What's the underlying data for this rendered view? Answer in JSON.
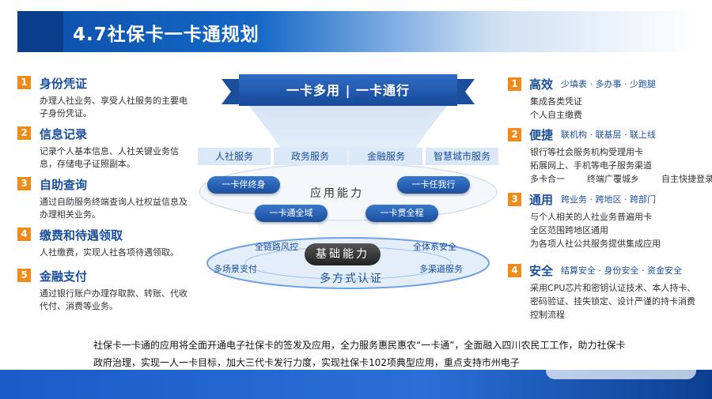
{
  "title": "4.7社保卡一卡通规划",
  "left_items": [
    {
      "num": "1",
      "title": "身份凭证",
      "desc": "办理人社业务、享受人社服务的主要电子身份凭证。"
    },
    {
      "num": "2",
      "title": "信息记录",
      "desc": "记录个人基本信息、人社关键业务信息，存储电子证照副本。"
    },
    {
      "num": "3",
      "title": "自助查询",
      "desc": "通过自助服务终端查询人社权益信息及办理相关业务。"
    },
    {
      "num": "4",
      "title": "缴费和待遇领取",
      "desc": "人社缴费，实现人社各项待遇领取。"
    },
    {
      "num": "5",
      "title": "金融支付",
      "desc": "通过银行账户办理存取款、转账、代收代付、消费等业务。"
    }
  ],
  "right_items": [
    {
      "num": "1",
      "title": "高效",
      "tags": "少填表 · 多办事 · 少跑腿",
      "lines": [
        "集成各类凭证",
        "个人自主缴费"
      ]
    },
    {
      "num": "2",
      "title": "便捷",
      "tags": "联机构 · 联基层 · 联上线",
      "lines": [
        "银行等社会服务机构受理用卡",
        "拓展网上、手机等电子服务渠道",
        "多卡合一        终端广覆城乡        自主快捷登录"
      ]
    },
    {
      "num": "3",
      "title": "通用",
      "tags": "跨业务 · 跨地区 · 跨部门",
      "lines": [
        "与个人相关的人社业务普遍用卡",
        "全区范围跨地区通用",
        "为各项人社公共服务提供集成应用"
      ]
    },
    {
      "num": "4",
      "title": "安全",
      "tags": "结算安全 · 身份安全 · 资金安全",
      "lines": [
        "采用CPU芯片和密钥认证技术、本人持卡、",
        "密码验证、挂失锁定、设计严谨的持卡消费",
        "控制流程"
      ]
    }
  ],
  "center": {
    "banner": "一卡多用   |   一卡通行",
    "services": [
      "人社服务",
      "政务服务",
      "金融服务",
      "智慧城市服务"
    ],
    "pills": [
      "一卡伴终身",
      "一卡任我行",
      "一卡通全域",
      "一卡贯全程"
    ],
    "app_ability": "应用能力",
    "base_ability": "基础能力",
    "ring_labels": [
      "全链路风控",
      "全体系安全",
      "多场景支付",
      "多渠道服务"
    ],
    "ring_main": "多方式认证"
  },
  "bottom": {
    "line1": "社保卡一卡通的应用将全面开通电子社保卡的签发及应用，全力服务惠民惠农“一卡通”，全面融入四川农民工工作，助力社保卡",
    "line2": "政府治理，实现一人一卡目标，加大三代卡发行力度，实现社保卡102项典型应用，重点支持市州电子"
  }
}
